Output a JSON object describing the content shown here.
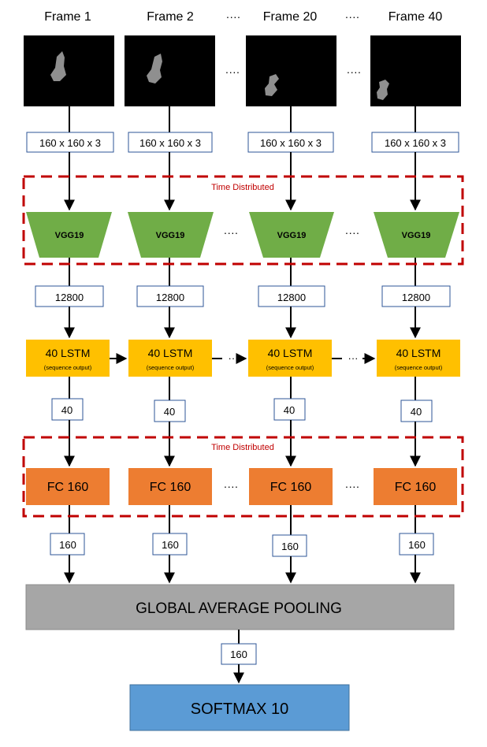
{
  "frames": [
    {
      "label": "Frame 1"
    },
    {
      "label": "Frame 2"
    },
    {
      "label": "Frame 20"
    },
    {
      "label": "Frame 40"
    }
  ],
  "ellipsis": "····",
  "arrow_ellipsis": "···",
  "input_shape": "160 x 160 x 3",
  "time_distributed_label": "Time Distributed",
  "vgg_label": "VGG19",
  "vgg_output": "12800",
  "lstm": {
    "title": "40 LSTM",
    "subtitle": "(sequence output)"
  },
  "lstm_output": "40",
  "fc_label": "FC 160",
  "fc_output": "160",
  "pooling_label": "GLOBAL AVERAGE POOLING",
  "pooling_output": "160",
  "softmax_label": "SOFTMAX 10",
  "colors": {
    "vgg": "#70ad47",
    "lstm": "#ffc000",
    "fc": "#ed7d31",
    "pooling": "#a6a6a6",
    "softmax": "#5b9bd5",
    "dashed": "#c00000",
    "shape_box_border": "#2e5597",
    "frame_bg": "#000000",
    "silhouette": "#8f8f8f"
  }
}
